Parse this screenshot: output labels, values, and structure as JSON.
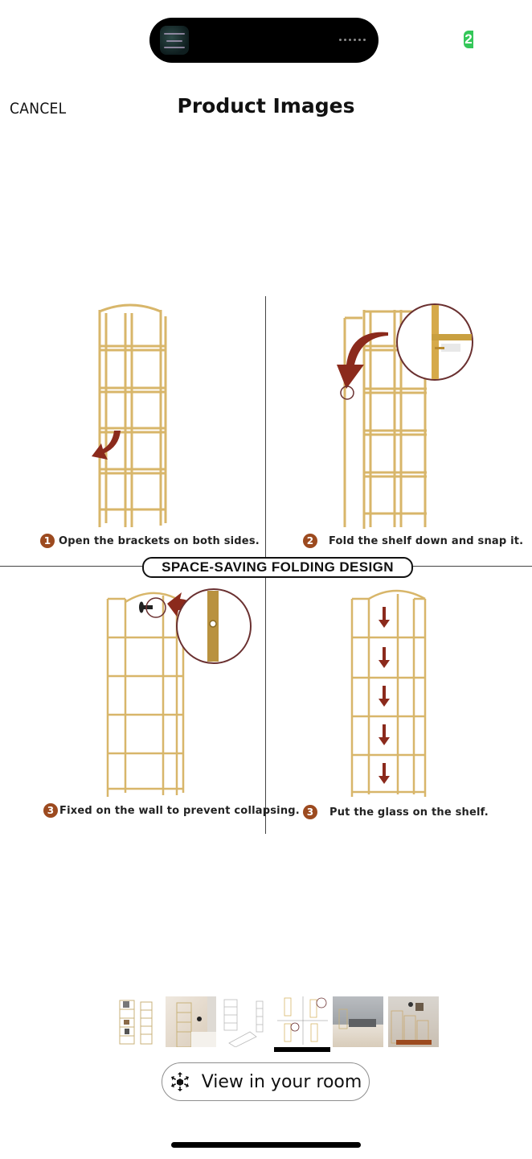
{
  "status_bar": {
    "island_app": "now-playing-thumbnail",
    "badge_text": "2",
    "badge_color": "#34c759"
  },
  "header": {
    "cancel_label": "CANCEL",
    "title": "Product Images"
  },
  "main_image": {
    "banner": "SPACE-SAVING FOLDING DESIGN",
    "accent_color": "#9c4a1f",
    "frame_color": "#d8b66a",
    "arrow_color": "#8b2a1c",
    "steps": [
      {
        "number": "1",
        "caption": "Open the brackets on both sides."
      },
      {
        "number": "2",
        "caption": "Fold the shelf down and snap it."
      },
      {
        "number": "3",
        "caption": "Fixed on the wall to prevent collapsing."
      },
      {
        "number": "3",
        "caption": "Put the glass on the shelf."
      }
    ]
  },
  "thumbnails": {
    "items": [
      {
        "name": "shelf-front-and-side"
      },
      {
        "name": "shelf-in-living-room"
      },
      {
        "name": "shelf-dimensions"
      },
      {
        "name": "folding-instructions",
        "selected": true
      },
      {
        "name": "shelf-in-gray-room"
      },
      {
        "name": "multiple-shelves-styled"
      }
    ],
    "selected_index": 3
  },
  "view_in_room": {
    "label": "View in your room",
    "icon": "ar-cube-icon"
  }
}
